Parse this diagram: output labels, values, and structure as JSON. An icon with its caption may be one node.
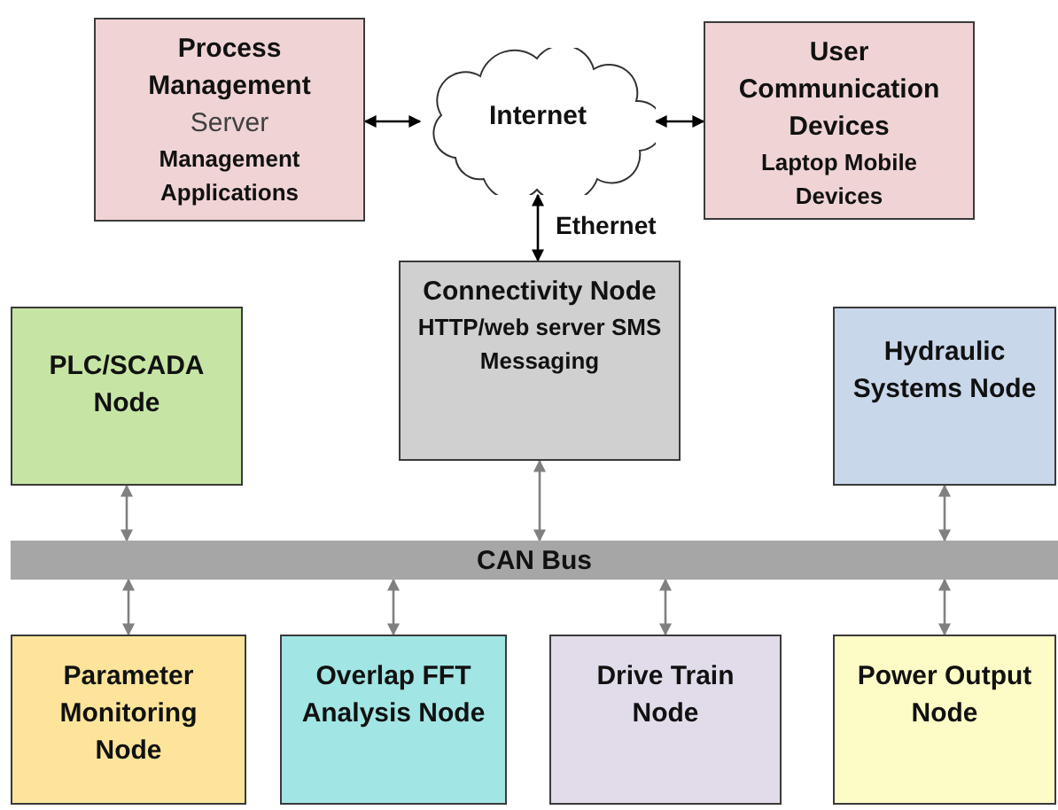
{
  "diagram": {
    "nodes": [
      {
        "text": [
          "Process Management",
          "Server",
          "Management Applications"
        ]
      },
      {
        "text": [
          "Internet"
        ]
      },
      {
        "text": [
          "User Communication Devices",
          "Laptop Mobile Devices"
        ]
      },
      {
        "text": [
          "Connectivity Node",
          "HTTP/web server SMS Messaging"
        ]
      },
      {
        "text": [
          "PLC/SCADA Node"
        ]
      },
      {
        "text": [
          "Hydraulic Systems Node"
        ]
      },
      {
        "text": [
          "CAN Bus"
        ]
      },
      {
        "text": [
          "Parameter Monitoring Node"
        ]
      },
      {
        "text": [
          "Overlap FFT Analysis Node"
        ]
      },
      {
        "text": [
          "Drive Train Node"
        ]
      },
      {
        "text": [
          "Power Output Node"
        ]
      }
    ],
    "edges": [
      {
        "from": 0,
        "to": 1,
        "arrow": "both",
        "color": "#000000"
      },
      {
        "from": 1,
        "to": 2,
        "arrow": "both",
        "color": "#000000"
      },
      {
        "from": 1,
        "to": 3,
        "arrow": "both",
        "label": "Ethernet",
        "color": "#000000"
      },
      {
        "from": 4,
        "to": 6,
        "arrow": "both"
      },
      {
        "from": 3,
        "to": 6,
        "arrow": "both"
      },
      {
        "from": 5,
        "to": 6,
        "arrow": "both"
      },
      {
        "from": 6,
        "to": 7,
        "arrow": "both"
      },
      {
        "from": 6,
        "to": 8,
        "arrow": "both"
      },
      {
        "from": 6,
        "to": 9,
        "arrow": "both"
      },
      {
        "from": 6,
        "to": 10,
        "arrow": "both"
      }
    ]
  }
}
